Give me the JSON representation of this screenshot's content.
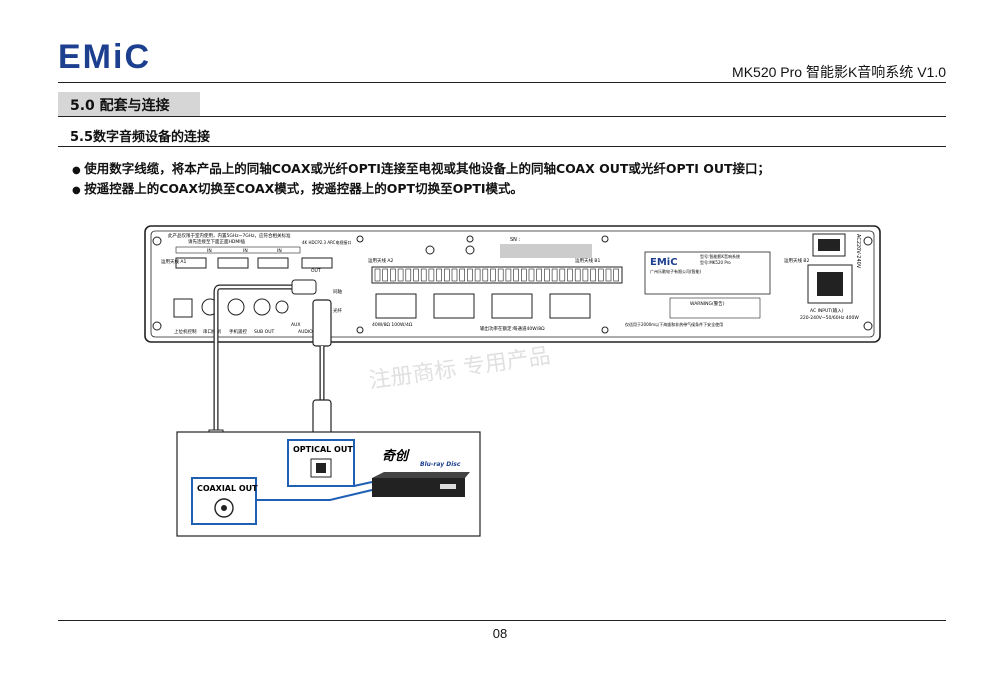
{
  "header": {
    "logo": "EMiC",
    "doc_title": "MK520 Pro 智能影K音响系统 V1.0"
  },
  "section": {
    "title": "5.0 配套与连接",
    "subtitle": "5.5数字音频设备的连接"
  },
  "bullets": [
    "使用数字线缆，将本产品上的同轴COAX或光纤OPTI连接至电视或其他设备上的同轴COAX OUT或光纤OPTI OUT接口；",
    "按遥控器上的COAX切换至COAX模式，按遥控器上的OPT切换至OPTI模式。"
  ],
  "diagram": {
    "sn_label": "SN :",
    "brand_plate": "EMiC",
    "model_line1": "型号:智能影K音响系统",
    "model_line2": "型号:MK520 Pro",
    "company": "广州乐歌电子有限公司(智能)",
    "warning_title": "WARNING(警告)",
    "hdmi_note": "此产品仅限于室内使用，内置5GHz~7GHz，应符合相关标准",
    "hdmi_label": "请先连接至下面正面HDMI插",
    "ant_a1": "运用天线 A1",
    "ant_a2": "运用天线 A2",
    "ant_b1": "运用天线 B1",
    "ant_b2": "运用天线 B2",
    "hdmi_in": [
      "IN",
      "IN",
      "IN"
    ],
    "hdmi_out": "OUT",
    "earc_label": "4K HDCP2.3 ARC电视接口",
    "coax_label": "同轴",
    "opt_label": "光纤",
    "aux_label": "AUX",
    "audio_label": "AUDIO",
    "bottom_labels": [
      "上位机控制",
      "串口控制",
      "手机遥控",
      "SUB OUT"
    ],
    "speaker_note": "40W/8Ω 100W/4Ω",
    "speaker_note2": "输出功率在额定:每通道40W/8Ω",
    "power_note": "仅适用于2000m以下海拔和非热带气候条件下安全使用",
    "ac_input": "AC INPUT(输入)",
    "ac_spec": "220-240V~50/60Hz 400W",
    "voltage_label": "AC220V-240V",
    "coaxial_out": "COAXIAL OUT",
    "optical_out": "OPTICAL OUT",
    "player_brand": "奇创",
    "bluray_label": "Blu-ray Disc",
    "watermark": "注册商标 专用产品"
  },
  "footer": {
    "page_number": "08"
  },
  "colors": {
    "brand_blue": "#1d3f8f",
    "callout_blue": "#1f5fb4",
    "panel_fill": "#ffffff",
    "section_bar": "#d6d6d6"
  }
}
